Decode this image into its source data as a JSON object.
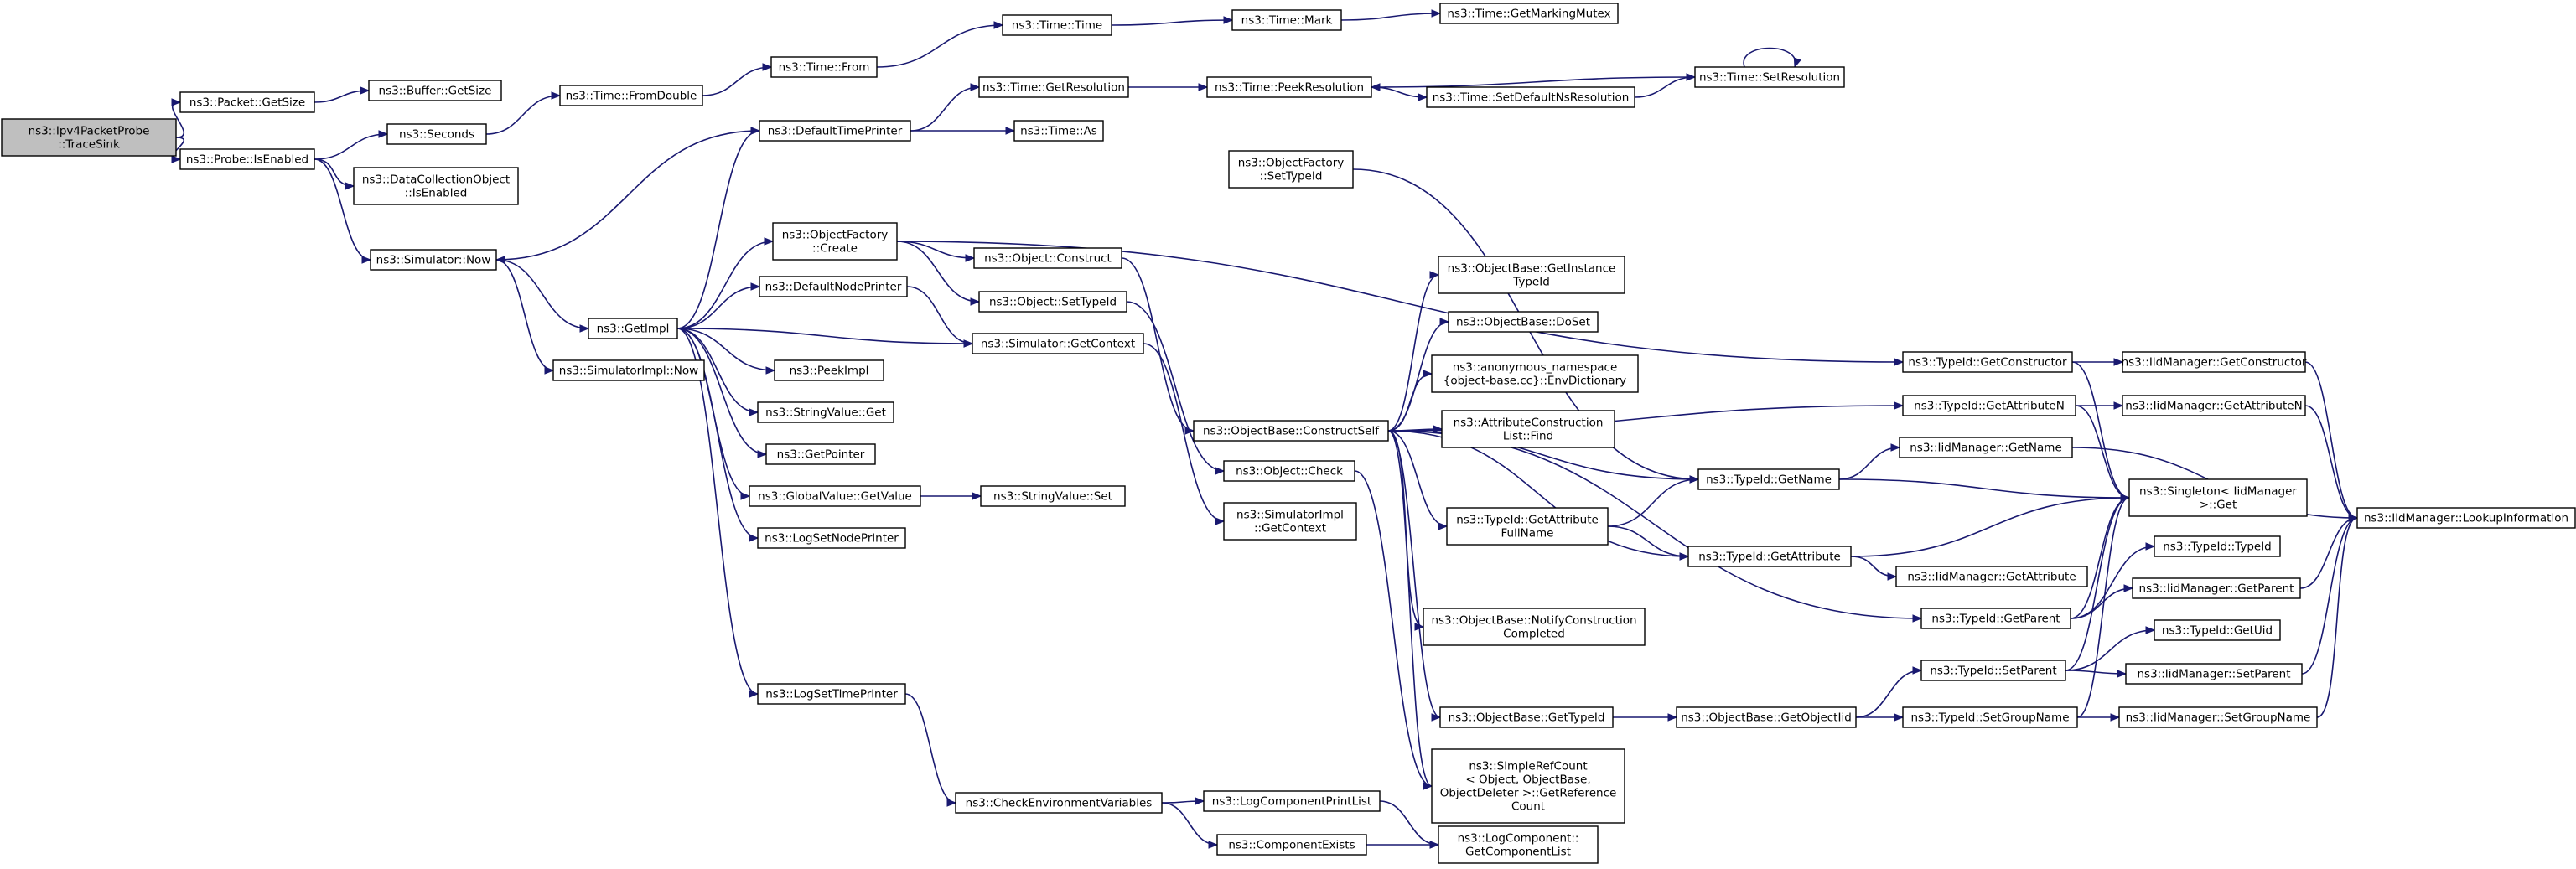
{
  "graph": {
    "title": "",
    "colors": {
      "edge": "#191970",
      "node_fill": "#ffffff",
      "root_fill": "#bfbfbf",
      "border": "#000000"
    },
    "nodes": [
      {
        "id": "n0",
        "lines": [
          "ns3::Ipv4PacketProbe",
          "::TraceSink"
        ],
        "root": true
      },
      {
        "id": "n1",
        "lines": [
          "ns3::Packet::GetSize"
        ]
      },
      {
        "id": "n2",
        "lines": [
          "ns3::Probe::IsEnabled"
        ]
      },
      {
        "id": "n3",
        "lines": [
          "ns3::Buffer::GetSize"
        ]
      },
      {
        "id": "n4",
        "lines": [
          "ns3::Seconds"
        ]
      },
      {
        "id": "n5",
        "lines": [
          "ns3::DataCollectionObject",
          "::IsEnabled"
        ]
      },
      {
        "id": "n6",
        "lines": [
          "ns3::Simulator::Now"
        ]
      },
      {
        "id": "n7",
        "lines": [
          "ns3::Time::FromDouble"
        ]
      },
      {
        "id": "n8",
        "lines": [
          "ns3::GetImpl"
        ]
      },
      {
        "id": "n9",
        "lines": [
          "ns3::SimulatorImpl::Now"
        ]
      },
      {
        "id": "n10",
        "lines": [
          "ns3::Time::From"
        ]
      },
      {
        "id": "n11",
        "lines": [
          "ns3::Time::Time"
        ]
      },
      {
        "id": "n12",
        "lines": [
          "ns3::Time::Mark"
        ]
      },
      {
        "id": "n13",
        "lines": [
          "ns3::Time::GetMarkingMutex"
        ]
      },
      {
        "id": "n14",
        "lines": [
          "ns3::DefaultTimePrinter"
        ]
      },
      {
        "id": "n15",
        "lines": [
          "ns3::Time::GetResolution"
        ]
      },
      {
        "id": "n16",
        "lines": [
          "ns3::Time::As"
        ]
      },
      {
        "id": "n17",
        "lines": [
          "ns3::Time::PeekResolution"
        ]
      },
      {
        "id": "n18",
        "lines": [
          "ns3::Time::SetDefaultNsResolution"
        ]
      },
      {
        "id": "n19",
        "lines": [
          "ns3::Time::SetResolution"
        ]
      },
      {
        "id": "n20",
        "lines": [
          "ns3::ObjectFactory",
          "::Create"
        ]
      },
      {
        "id": "n21",
        "lines": [
          "ns3::DefaultNodePrinter"
        ]
      },
      {
        "id": "n22",
        "lines": [
          "ns3::PeekImpl"
        ]
      },
      {
        "id": "n23",
        "lines": [
          "ns3::StringValue::Get"
        ]
      },
      {
        "id": "n24",
        "lines": [
          "ns3::GetPointer"
        ]
      },
      {
        "id": "n25",
        "lines": [
          "ns3::GlobalValue::GetValue"
        ]
      },
      {
        "id": "n26",
        "lines": [
          "ns3::LogSetNodePrinter"
        ]
      },
      {
        "id": "n27",
        "lines": [
          "ns3::LogSetTimePrinter"
        ]
      },
      {
        "id": "n28",
        "lines": [
          "ns3::StringValue::Set"
        ]
      },
      {
        "id": "n29",
        "lines": [
          "ns3::Object::Construct"
        ]
      },
      {
        "id": "n30",
        "lines": [
          "ns3::Object::SetTypeId"
        ]
      },
      {
        "id": "n31",
        "lines": [
          "ns3::Simulator::GetContext"
        ]
      },
      {
        "id": "n32",
        "lines": [
          "ns3::ObjectFactory",
          "::SetTypeId"
        ]
      },
      {
        "id": "n33",
        "lines": [
          "ns3::ObjectBase::ConstructSelf"
        ]
      },
      {
        "id": "n34",
        "lines": [
          "ns3::Object::Check"
        ]
      },
      {
        "id": "n35",
        "lines": [
          "ns3::SimulatorImpl",
          "::GetContext"
        ]
      },
      {
        "id": "n36",
        "lines": [
          "ns3::CheckEnvironmentVariables"
        ]
      },
      {
        "id": "n37",
        "lines": [
          "ns3::LogComponentPrintList"
        ]
      },
      {
        "id": "n38",
        "lines": [
          "ns3::ComponentExists"
        ]
      },
      {
        "id": "n39",
        "lines": [
          "ns3::ObjectBase::GetInstance",
          "TypeId"
        ]
      },
      {
        "id": "n40",
        "lines": [
          "ns3::ObjectBase::DoSet"
        ]
      },
      {
        "id": "n41",
        "lines": [
          "ns3::anonymous_namespace",
          "{object-base.cc}::EnvDictionary"
        ]
      },
      {
        "id": "n42",
        "lines": [
          "ns3::AttributeConstruction",
          "List::Find"
        ]
      },
      {
        "id": "n43",
        "lines": [
          "ns3::TypeId::GetAttribute",
          "FullName"
        ]
      },
      {
        "id": "n44",
        "lines": [
          "ns3::ObjectBase::NotifyConstruction",
          "Completed"
        ]
      },
      {
        "id": "n45",
        "lines": [
          "ns3::ObjectBase::GetTypeId"
        ]
      },
      {
        "id": "n46",
        "lines": [
          "ns3::SimpleRefCount",
          "< Object, ObjectBase,",
          "ObjectDeleter >::GetReference",
          "Count"
        ]
      },
      {
        "id": "n47",
        "lines": [
          "ns3::LogComponent::",
          "GetComponentList"
        ]
      },
      {
        "id": "n48",
        "lines": [
          "ns3::TypeId::GetName"
        ]
      },
      {
        "id": "n49",
        "lines": [
          "ns3::TypeId::GetAttribute"
        ]
      },
      {
        "id": "n50",
        "lines": [
          "ns3::ObjectBase::GetObjectIid"
        ]
      },
      {
        "id": "n51",
        "lines": [
          "ns3::TypeId::GetConstructor"
        ]
      },
      {
        "id": "n52",
        "lines": [
          "ns3::TypeId::GetAttributeN"
        ]
      },
      {
        "id": "n53",
        "lines": [
          "ns3::IidManager::GetName"
        ]
      },
      {
        "id": "n54",
        "lines": [
          "ns3::IidManager::GetAttribute"
        ]
      },
      {
        "id": "n55",
        "lines": [
          "ns3::TypeId::GetParent"
        ]
      },
      {
        "id": "n56",
        "lines": [
          "ns3::TypeId::SetParent"
        ]
      },
      {
        "id": "n57",
        "lines": [
          "ns3::TypeId::SetGroupName"
        ]
      },
      {
        "id": "n58",
        "lines": [
          "ns3::IidManager::GetConstructor"
        ]
      },
      {
        "id": "n59",
        "lines": [
          "ns3::IidManager::GetAttributeN"
        ]
      },
      {
        "id": "n60",
        "lines": [
          "ns3::Singleton< IidManager",
          ">::Get"
        ]
      },
      {
        "id": "n61",
        "lines": [
          "ns3::TypeId::TypeId"
        ]
      },
      {
        "id": "n62",
        "lines": [
          "ns3::IidManager::GetParent"
        ]
      },
      {
        "id": "n63",
        "lines": [
          "ns3::TypeId::GetUid"
        ]
      },
      {
        "id": "n64",
        "lines": [
          "ns3::IidManager::SetParent"
        ]
      },
      {
        "id": "n65",
        "lines": [
          "ns3::IidManager::SetGroupName"
        ]
      },
      {
        "id": "n66",
        "lines": [
          "ns3::IidManager::LookupInformation"
        ]
      }
    ],
    "edges": [
      [
        "n0",
        "n1"
      ],
      [
        "n0",
        "n2"
      ],
      [
        "n1",
        "n3"
      ],
      [
        "n2",
        "n4"
      ],
      [
        "n2",
        "n5"
      ],
      [
        "n2",
        "n6"
      ],
      [
        "n4",
        "n7"
      ],
      [
        "n7",
        "n10"
      ],
      [
        "n10",
        "n11"
      ],
      [
        "n11",
        "n12"
      ],
      [
        "n12",
        "n13"
      ],
      [
        "n6",
        "n8"
      ],
      [
        "n6",
        "n9"
      ],
      [
        "n8",
        "n14"
      ],
      [
        "n8",
        "n20"
      ],
      [
        "n8",
        "n21"
      ],
      [
        "n8",
        "n22"
      ],
      [
        "n8",
        "n23"
      ],
      [
        "n8",
        "n24"
      ],
      [
        "n8",
        "n25"
      ],
      [
        "n8",
        "n26"
      ],
      [
        "n8",
        "n27"
      ],
      [
        "n8",
        "n31"
      ],
      [
        "n14",
        "n6"
      ],
      [
        "n14",
        "n15"
      ],
      [
        "n14",
        "n16"
      ],
      [
        "n15",
        "n17"
      ],
      [
        "n17",
        "n18"
      ],
      [
        "n18",
        "n19"
      ],
      [
        "n19",
        "n17"
      ],
      [
        "n19",
        "n19"
      ],
      [
        "n20",
        "n29"
      ],
      [
        "n20",
        "n30"
      ],
      [
        "n20",
        "n51"
      ],
      [
        "n21",
        "n31"
      ],
      [
        "n25",
        "n28"
      ],
      [
        "n29",
        "n33"
      ],
      [
        "n30",
        "n34"
      ],
      [
        "n31",
        "n35"
      ],
      [
        "n32",
        "n48"
      ],
      [
        "n33",
        "n39"
      ],
      [
        "n33",
        "n40"
      ],
      [
        "n33",
        "n41"
      ],
      [
        "n33",
        "n42"
      ],
      [
        "n33",
        "n43"
      ],
      [
        "n33",
        "n44"
      ],
      [
        "n33",
        "n45"
      ],
      [
        "n33",
        "n46"
      ],
      [
        "n33",
        "n48"
      ],
      [
        "n33",
        "n49"
      ],
      [
        "n33",
        "n52"
      ],
      [
        "n33",
        "n55"
      ],
      [
        "n34",
        "n46"
      ],
      [
        "n27",
        "n36"
      ],
      [
        "n36",
        "n37"
      ],
      [
        "n36",
        "n38"
      ],
      [
        "n37",
        "n47"
      ],
      [
        "n38",
        "n47"
      ],
      [
        "n43",
        "n48"
      ],
      [
        "n43",
        "n49"
      ],
      [
        "n45",
        "n50"
      ],
      [
        "n50",
        "n56"
      ],
      [
        "n50",
        "n57"
      ],
      [
        "n48",
        "n53"
      ],
      [
        "n48",
        "n60"
      ],
      [
        "n49",
        "n54"
      ],
      [
        "n49",
        "n60"
      ],
      [
        "n51",
        "n58"
      ],
      [
        "n51",
        "n60"
      ],
      [
        "n52",
        "n59"
      ],
      [
        "n52",
        "n60"
      ],
      [
        "n53",
        "n66"
      ],
      [
        "n55",
        "n60"
      ],
      [
        "n55",
        "n61"
      ],
      [
        "n55",
        "n62"
      ],
      [
        "n56",
        "n60"
      ],
      [
        "n56",
        "n63"
      ],
      [
        "n56",
        "n64"
      ],
      [
        "n57",
        "n60"
      ],
      [
        "n57",
        "n65"
      ],
      [
        "n58",
        "n66"
      ],
      [
        "n59",
        "n66"
      ],
      [
        "n62",
        "n66"
      ],
      [
        "n64",
        "n66"
      ],
      [
        "n65",
        "n66"
      ]
    ]
  }
}
